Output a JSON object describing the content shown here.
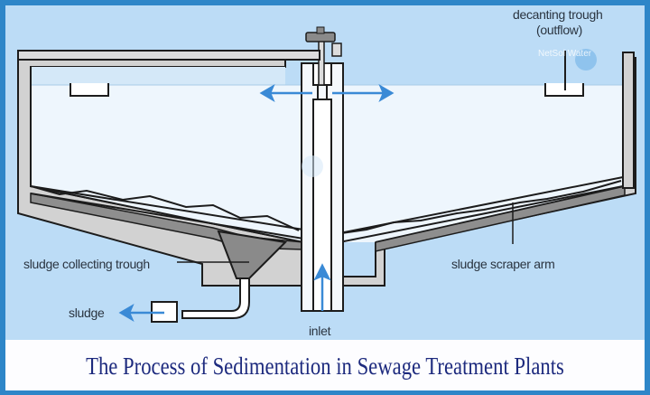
{
  "diagram": {
    "labels": {
      "decanting_trough": "decanting trough",
      "outflow": "(outflow)",
      "sludge_collecting_trough": "sludge collecting trough",
      "sludge_scraper_arm": "sludge scraper arm",
      "sludge": "sludge",
      "inlet": "inlet"
    },
    "watermark": "NetSol Water",
    "colors": {
      "background": "#bcdcf6",
      "water": "#eaf4fc",
      "tank_wall": "#cfcfcf",
      "sludge": "#8c8c8c",
      "arrow": "#3a8ad6",
      "frame": "#2e86c8"
    }
  },
  "caption": "The Process of Sedimentation in Sewage Treatment Plants"
}
